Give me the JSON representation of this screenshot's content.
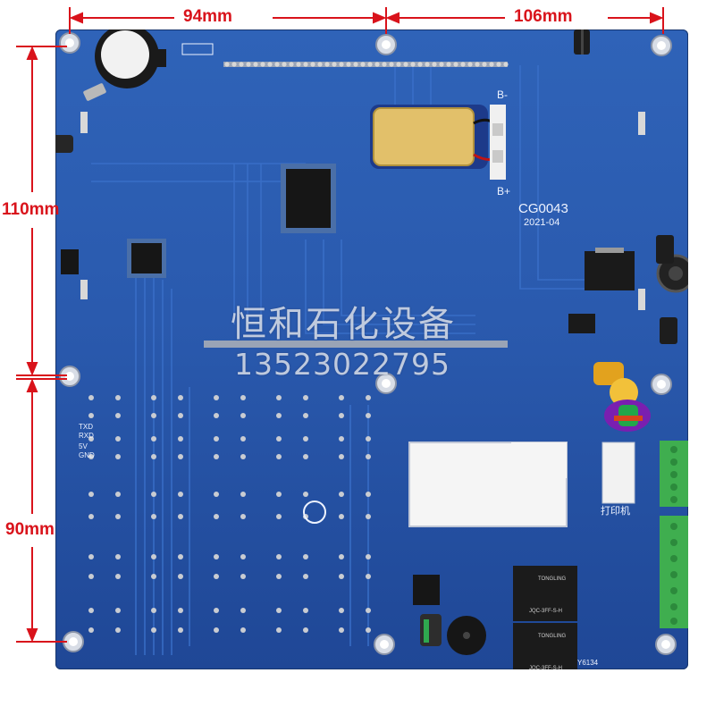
{
  "dimensions": {
    "top_left": "94mm",
    "top_right": "106mm",
    "left_upper": "110mm",
    "left_lower": "90mm"
  },
  "board": {
    "model": "CG0043",
    "date": "2021-04",
    "battery_minus": "B-",
    "battery_plus": "B+",
    "uart_labels": [
      "TXD",
      "RXD",
      "5V",
      "GND"
    ],
    "printer_label": "打印机",
    "bottom_code": "Y6134",
    "relay_brand": "TONGLING",
    "relay_model": "JQC-3FF-S-H"
  },
  "watermark": {
    "company": "恒和石化设备",
    "phone": "13523022795"
  },
  "colors": {
    "pcb": "#2a5aae",
    "dimension": "#d9131b",
    "terminal": "#3fae4f",
    "relay": "#1b1b1b"
  }
}
